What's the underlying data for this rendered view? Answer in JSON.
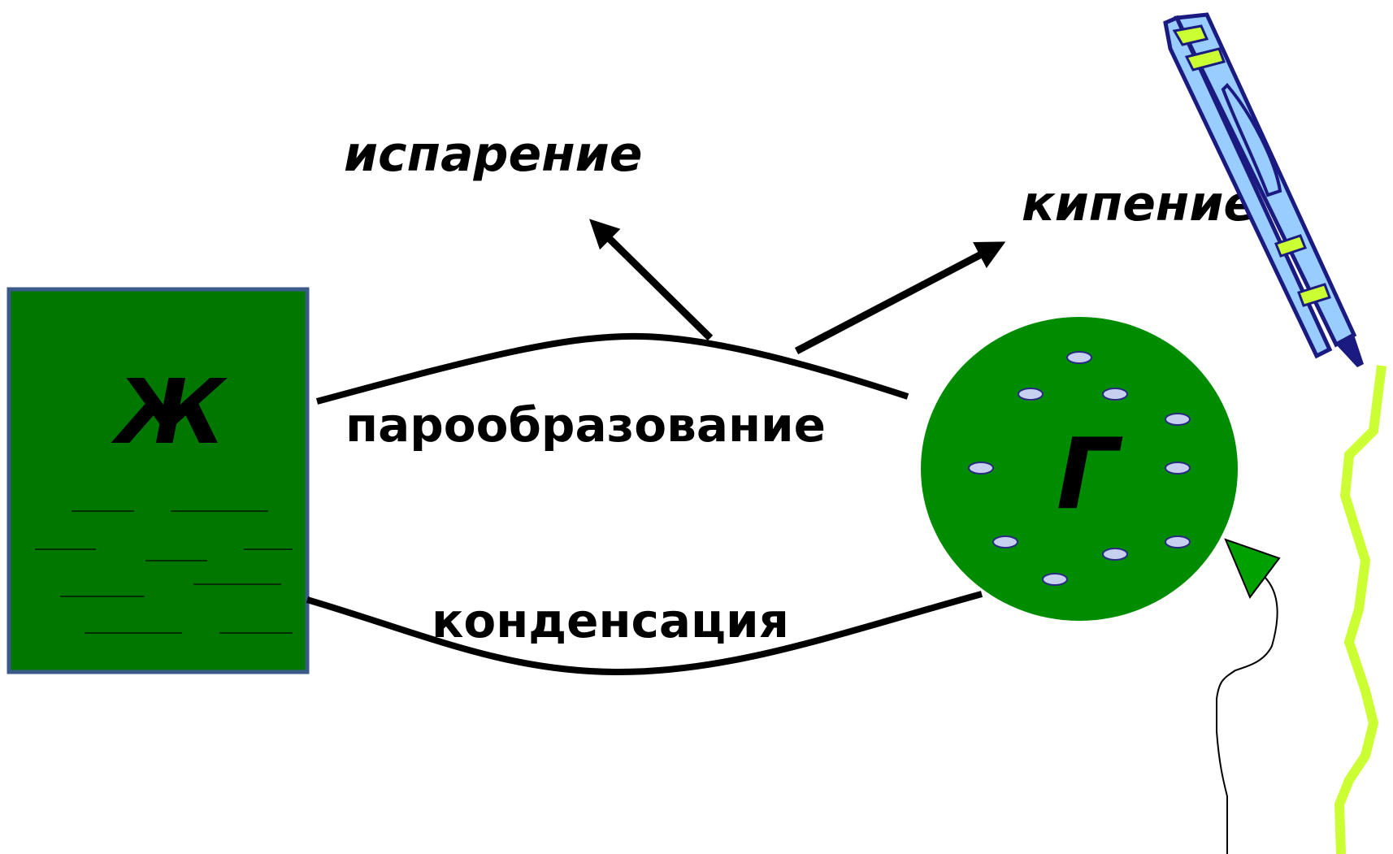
{
  "diagram": {
    "liquid": {
      "symbol": "Ж",
      "fill": "#007800",
      "border": "#3a5a8a"
    },
    "gas": {
      "symbol": "Г",
      "fill": "#008c00",
      "particle_fill": "#c8d0f0"
    },
    "labels": {
      "vaporization": "парообразование",
      "condensation": "конденсация",
      "evaporation": "испарение",
      "boiling": "кипение"
    },
    "decorations": {
      "pencil": "pencil-icon",
      "lightning": "lightning-icon",
      "pencil_colors": {
        "body": "#99ccff",
        "outline": "#1a1a80",
        "accent": "#ccff33"
      },
      "lightning_color": "#ccff33",
      "pointer_color": "#00a000"
    }
  }
}
